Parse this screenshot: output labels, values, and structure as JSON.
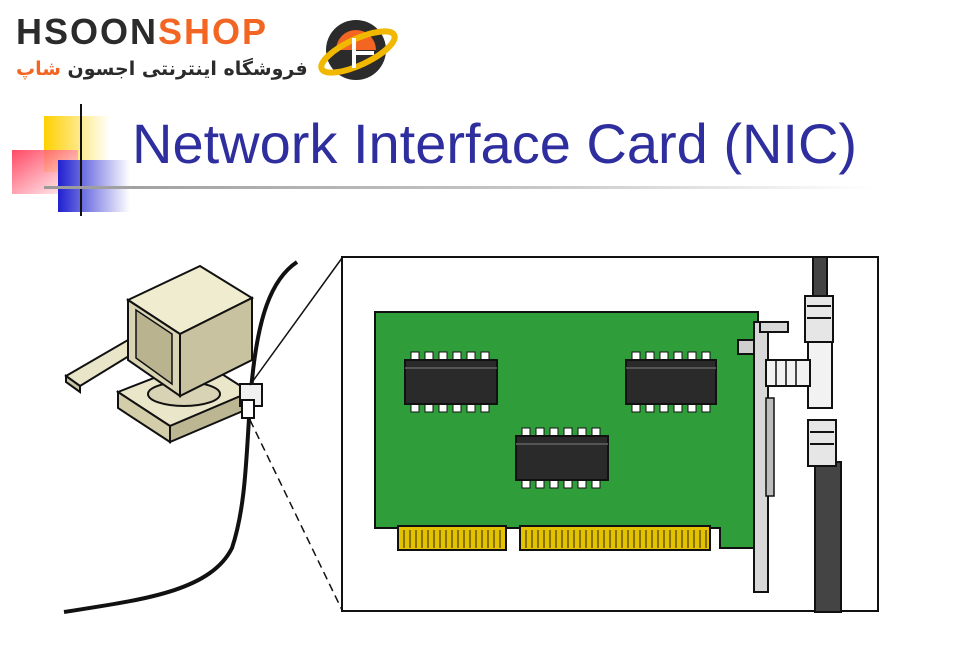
{
  "logo": {
    "brand_part1": "HSOON",
    "brand_part2": "SHOP",
    "tagline_part1": "فروشگاه اینترنتی اجسون",
    "tagline_part2": "شاپ"
  },
  "slide": {
    "title": "Network Interface Card (NIC)"
  },
  "colors": {
    "title": "#2e2e9e",
    "brand_dark": "#2b2b2b",
    "brand_orange": "#f26522",
    "pcb_green": "#2f9e3a",
    "chip": "#2a2a2a",
    "gold_fingers": "#e3c200"
  },
  "diagram": {
    "components": [
      "computer",
      "coaxial-cable",
      "nic-card",
      "chip",
      "chip",
      "chip",
      "bnc-t-connector",
      "mounting-bracket",
      "edge-connector"
    ]
  }
}
